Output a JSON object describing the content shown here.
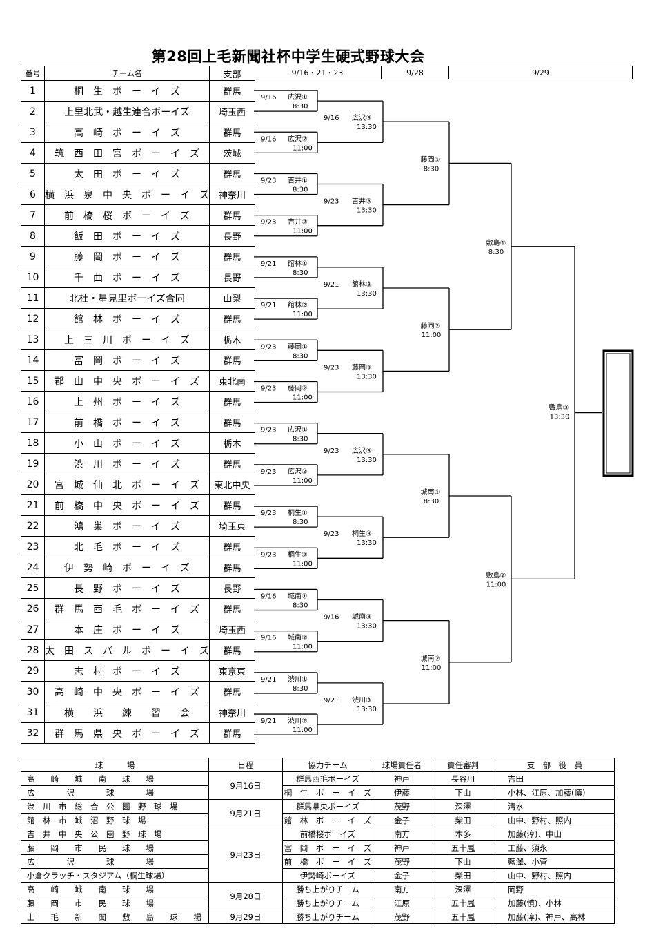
{
  "title": "第28回上毛新聞社杯中学生硬式野球大会",
  "headers": {
    "num": "番号",
    "team": "チーム名",
    "branch": "支部",
    "r1": "9/16・21・23",
    "r3": "9/28",
    "r4": "9/29"
  },
  "teams": [
    {
      "no": "1",
      "name": "桐　生　ボ　ー　イ　ズ",
      "branch": "群馬"
    },
    {
      "no": "2",
      "name": "上里北武・越生連合ボーイズ",
      "branch": "埼玉西"
    },
    {
      "no": "3",
      "name": "高　崎　ボ　ー　イ　ズ",
      "branch": "群馬"
    },
    {
      "no": "4",
      "name": "筑　西　田　宮　ボ　ー　イ　ズ",
      "branch": "茨城"
    },
    {
      "no": "5",
      "name": "太　田　ボ　ー　イ　ズ",
      "branch": "群馬"
    },
    {
      "no": "6",
      "name": "横　浜　泉　中　央　ボ　ー　イ　ズ",
      "branch": "神奈川"
    },
    {
      "no": "7",
      "name": "前　橋　桜　ボ　ー　イ　ズ",
      "branch": "群馬"
    },
    {
      "no": "8",
      "name": "飯　田　ボ　ー　イ　ズ",
      "branch": "長野"
    },
    {
      "no": "9",
      "name": "藤　岡　ボ　ー　イ　ズ",
      "branch": "群馬"
    },
    {
      "no": "10",
      "name": "千　曲　ボ　ー　イ　ズ",
      "branch": "長野"
    },
    {
      "no": "11",
      "name": "北杜・星見里ボーイズ合同",
      "branch": "山梨"
    },
    {
      "no": "12",
      "name": "館　林　ボ　ー　イ　ズ",
      "branch": "群馬"
    },
    {
      "no": "13",
      "name": "上　三　川　ボ　ー　イ　ズ",
      "branch": "栃木"
    },
    {
      "no": "14",
      "name": "富　岡　ボ　ー　イ　ズ",
      "branch": "群馬"
    },
    {
      "no": "15",
      "name": "郡　山　中　央　ボ　ー　イ　ズ",
      "branch": "東北南"
    },
    {
      "no": "16",
      "name": "上　州　ボ　ー　イ　ズ",
      "branch": "群馬"
    },
    {
      "no": "17",
      "name": "前　橋　ボ　ー　イ　ズ",
      "branch": "群馬"
    },
    {
      "no": "18",
      "name": "小　山　ボ　ー　イ　ズ",
      "branch": "栃木"
    },
    {
      "no": "19",
      "name": "渋　川　ボ　ー　イ　ズ",
      "branch": "群馬"
    },
    {
      "no": "20",
      "name": "宮　城　仙　北　ボ　ー　イ　ズ",
      "branch": "東北中央"
    },
    {
      "no": "21",
      "name": "前　橋　中　央　ボ　ー　イ　ズ",
      "branch": "群馬"
    },
    {
      "no": "22",
      "name": "鴻　巣　ボ　ー　イ　ズ",
      "branch": "埼玉東"
    },
    {
      "no": "23",
      "name": "北　毛　ボ　ー　イ　ズ",
      "branch": "群馬"
    },
    {
      "no": "24",
      "name": "伊　勢　崎　ボ　ー　イ　ズ",
      "branch": "群馬"
    },
    {
      "no": "25",
      "name": "長　野　ボ　ー　イ　ズ",
      "branch": "長野"
    },
    {
      "no": "26",
      "name": "群　馬　西　毛　ボ　ー　イ　ズ",
      "branch": "群馬"
    },
    {
      "no": "27",
      "name": "本　庄　ボ　ー　イ　ズ",
      "branch": "埼玉西"
    },
    {
      "no": "28",
      "name": "太　田　ス　バ　ル　ボ　ー　イ　ズ",
      "branch": "群馬"
    },
    {
      "no": "29",
      "name": "志　村　ボ　ー　イ　ズ",
      "branch": "東京東"
    },
    {
      "no": "30",
      "name": "高　崎　中　央　ボ　ー　イ　ズ",
      "branch": "群馬"
    },
    {
      "no": "31",
      "name": "横　　浜　　練　　習　　会",
      "branch": "神奈川"
    },
    {
      "no": "32",
      "name": "群　馬　県　央　ボ　ー　イ　ズ",
      "branch": "群馬"
    }
  ],
  "round1": [
    {
      "date": "9/16",
      "venue": "広沢①",
      "time": "8:30"
    },
    {
      "date": "9/16",
      "venue": "広沢②",
      "time": "11:00"
    },
    {
      "date": "9/23",
      "venue": "吉井①",
      "time": "8:30"
    },
    {
      "date": "9/23",
      "venue": "吉井②",
      "time": "11:00"
    },
    {
      "date": "9/21",
      "venue": "館林①",
      "time": "8:30"
    },
    {
      "date": "9/21",
      "venue": "館林②",
      "time": "11:00"
    },
    {
      "date": "9/23",
      "venue": "藤岡①",
      "time": "8:30"
    },
    {
      "date": "9/23",
      "venue": "藤岡②",
      "time": "11:00"
    },
    {
      "date": "9/23",
      "venue": "広沢①",
      "time": "8:30"
    },
    {
      "date": "9/23",
      "venue": "広沢②",
      "time": "11:00"
    },
    {
      "date": "9/23",
      "venue": "桐生①",
      "time": "8:30"
    },
    {
      "date": "9/23",
      "venue": "桐生②",
      "time": "11:00"
    },
    {
      "date": "9/16",
      "venue": "城南①",
      "time": "8:30"
    },
    {
      "date": "9/16",
      "venue": "城南②",
      "time": "11:00"
    },
    {
      "date": "9/21",
      "venue": "渋川①",
      "time": "8:30"
    },
    {
      "date": "9/21",
      "venue": "渋川②",
      "time": "11:00"
    }
  ],
  "round2": [
    {
      "date": "9/16",
      "venue": "広沢③",
      "time": "13:30"
    },
    {
      "date": "9/23",
      "venue": "吉井③",
      "time": "13:30"
    },
    {
      "date": "9/21",
      "venue": "館林③",
      "time": "13:30"
    },
    {
      "date": "9/23",
      "venue": "藤岡③",
      "time": "13:30"
    },
    {
      "date": "9/23",
      "venue": "広沢③",
      "time": "13:30"
    },
    {
      "date": "9/23",
      "venue": "桐生③",
      "time": "13:30"
    },
    {
      "date": "9/16",
      "venue": "城南③",
      "time": "13:30"
    },
    {
      "date": "9/21",
      "venue": "渋川③",
      "time": "13:30"
    }
  ],
  "round3": [
    {
      "venue": "藤岡①",
      "time": "8:30"
    },
    {
      "venue": "藤岡②",
      "time": "11:00"
    },
    {
      "venue": "城南①",
      "time": "8:30"
    },
    {
      "venue": "城南②",
      "time": "11:00"
    }
  ],
  "round4": [
    {
      "venue": "敷島①",
      "time": "8:30"
    },
    {
      "venue": "敷島②",
      "time": "11:00"
    }
  ],
  "final": {
    "venue": "敷島③",
    "time": "13:30"
  },
  "venue_headers": {
    "field": "球　　　場",
    "date": "日程",
    "partner": "協力チーム",
    "manager": "球場責任者",
    "umpire": "責任審判",
    "officers": "支　部　役　員"
  },
  "venue_rows": [
    {
      "field": "高　　崎　　城　　南　　球　　場",
      "date": "9月16日",
      "partner": "群馬西毛ボーイズ",
      "manager": "神戸",
      "umpire": "長谷川",
      "officers": "吉田"
    },
    {
      "field": "広　　　　沢　　　　球　　　　場",
      "date": "",
      "partner": "桐　生　ボ　ー　イ　ズ",
      "manager": "伊藤",
      "umpire": "下山",
      "officers": "小林、江原、加藤(慎)"
    },
    {
      "field": "渋　川　市　総　合　公　園　野　球　場",
      "date": "9月21日",
      "partner": "群馬県央ボーイズ",
      "manager": "茂野",
      "umpire": "深澤",
      "officers": "清水"
    },
    {
      "field": "館　林　市　城　沼　野　球　場",
      "date": "",
      "partner": "館　林　ボ　ー　イ　ズ",
      "manager": "金子",
      "umpire": "柴田",
      "officers": "山中、野村、照内"
    },
    {
      "field": "吉　井　中　央　公　園　野　球　場",
      "date": "9月23日",
      "partner": "前橋桜ボーイズ",
      "manager": "南方",
      "umpire": "本多",
      "officers": "加藤(淳)、中山"
    },
    {
      "field": "藤　　岡　　市　　民　　球　　場",
      "date": "",
      "partner": "富　岡　ボ　ー　イ　ズ",
      "manager": "神戸",
      "umpire": "五十嵐",
      "officers": "工藤、須永"
    },
    {
      "field": "広　　　　沢　　　　球　　　　場",
      "date": "",
      "partner": "前　橋　ボ　ー　イ　ズ",
      "manager": "茂野",
      "umpire": "下山",
      "officers": "藍澤、小菅"
    },
    {
      "field": "小倉クラッチ・スタジアム（桐生球場）",
      "date": "",
      "partner": "伊勢崎ボーイズ",
      "manager": "金子",
      "umpire": "柴田",
      "officers": "山中、野村、照内"
    },
    {
      "field": "高　　崎　　城　　南　　球　　場",
      "date": "9月28日",
      "partner": "勝ち上がりチーム",
      "manager": "南方",
      "umpire": "深澤",
      "officers": "岡野"
    },
    {
      "field": "藤　　岡　　市　　民　　球　　場",
      "date": "",
      "partner": "勝ち上がりチーム",
      "manager": "江原",
      "umpire": "五十嵐",
      "officers": "加藤(慎)、小林"
    },
    {
      "field": "上　　毛　　新　　聞　　敷　　島　　球　　場",
      "date": "9月29日",
      "partner": "勝ち上がりチーム",
      "manager": "茂野",
      "umpire": "五十嵐",
      "officers": "加藤(淳)、神戸、高林"
    }
  ]
}
